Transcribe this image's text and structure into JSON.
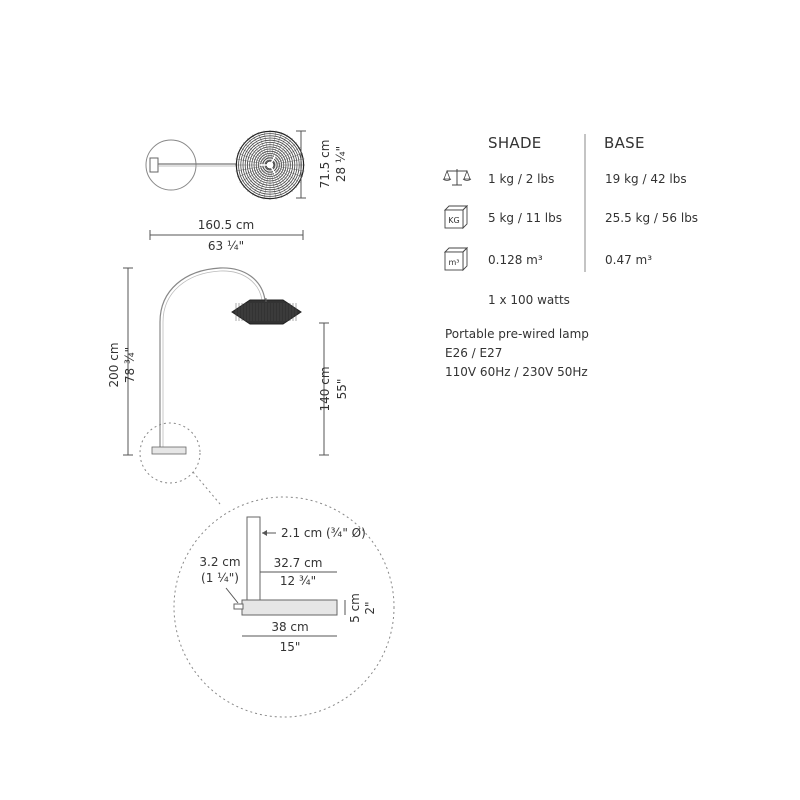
{
  "top_view": {
    "width_cm": "160.5 cm",
    "width_in": "63 ¼\"",
    "depth_cm": "71.5 cm",
    "depth_in": "28 ¼\""
  },
  "side_view": {
    "height_cm": "200 cm",
    "height_in": "78 ¾\"",
    "shade_height_cm": "140 cm",
    "shade_height_in": "55\""
  },
  "detail": {
    "pole_dia": "2.1 cm (¾\" Ø)",
    "switch_cm": "3.2 cm",
    "switch_in": "(1 ¼\")",
    "inner_cm": "32.7 cm",
    "inner_in": "12 ¾\"",
    "base_cm": "38 cm",
    "base_in": "15\"",
    "base_h_cm": "5 cm",
    "base_h_in": "2\""
  },
  "specs": {
    "col_shade": "SHADE",
    "col_base": "BASE",
    "weight_icon": "scale-icon",
    "package_icon": "kg-box-icon",
    "package_icon_label": "KG",
    "volume_icon": "m3-box-icon",
    "volume_icon_label": "m³",
    "shade_weight": "1 kg / 2 lbs",
    "base_weight": "19 kg / 42 lbs",
    "shade_pack": "5 kg / 11 lbs",
    "base_pack": "25.5 kg / 56 lbs",
    "shade_vol": "0.128 m³",
    "base_vol": "0.47 m³",
    "bulbs": "1 x 100 watts",
    "note1": "Portable pre-wired lamp",
    "note2": "E26 / E27",
    "note3": "110V 60Hz / 230V 50Hz"
  }
}
